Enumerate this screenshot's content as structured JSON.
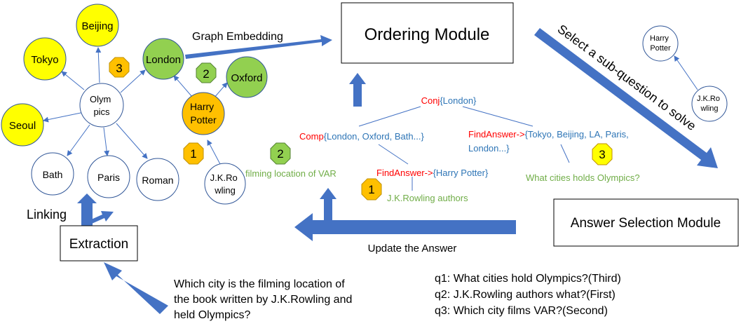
{
  "colors": {
    "node_yellow": "#ffff00",
    "node_green": "#92d050",
    "node_orange": "#ffc000",
    "node_stroke": "#2f5597",
    "edge": "#4472c4",
    "big_arrow": "#4472c4",
    "badge_fill": "#ffc000",
    "text_red": "#ff0000",
    "text_blue": "#2e75b6",
    "text_green": "#70ad47",
    "text_black": "#000000"
  },
  "graph": {
    "nodes": {
      "olympics": [
        "Olym",
        "pics"
      ],
      "beijing": "Beijing",
      "tokyo": "Tokyo",
      "seoul": "Seoul",
      "bath": "Bath",
      "paris": "Paris",
      "roman": "Roman",
      "london": "London",
      "harry_potter": [
        "Harry",
        "Potter"
      ],
      "oxford": "Oxford",
      "jk_rowling": [
        "J.K.Ro",
        "wling"
      ]
    },
    "badges": {
      "london": "3",
      "oxford": "2",
      "harry_potter": "1"
    }
  },
  "labels": {
    "linking": "Linking",
    "extraction": "Extraction",
    "graph_embedding": "Graph Embedding",
    "ordering_module": "Ordering Module",
    "select_subquestion": "Select a sub-question to solve",
    "answer_selection_module": "Answer Selection Module",
    "update_answer": "Update the Answer"
  },
  "mini_graph": {
    "harry_potter": [
      "Harry",
      "Potter"
    ],
    "jk_rowling": [
      "J.K.Ro",
      "wling"
    ]
  },
  "tree": {
    "conj_op": "Conj",
    "conj_val": "{London}",
    "comp_op": "Comp",
    "comp_val": "{London, Oxford, Bath...}",
    "comp_badge": "2",
    "comp_desc": "filming location of VAR",
    "fa1_op": "FindAnswer->",
    "fa1_val": "{Harry Potter}",
    "fa1_badge": "1",
    "fa1_desc": "J.K.Rowling authors",
    "fa3_op": "FindAnswer->",
    "fa3_val_line1": "{Tokyo, Beijing, LA, Paris,",
    "fa3_val_line2": "London...}",
    "fa3_badge": "3",
    "fa3_desc": "What cities holds Olympics?"
  },
  "question": [
    "Which city is the filming location of",
    "the book written by J.K.Rowling and",
    "held Olympics?"
  ],
  "subquestions": [
    "q1: What cities hold Olympics?(Third)",
    "q2: J.K.Rowling authors what?(First)",
    "q3: Which city films VAR?(Second)"
  ]
}
